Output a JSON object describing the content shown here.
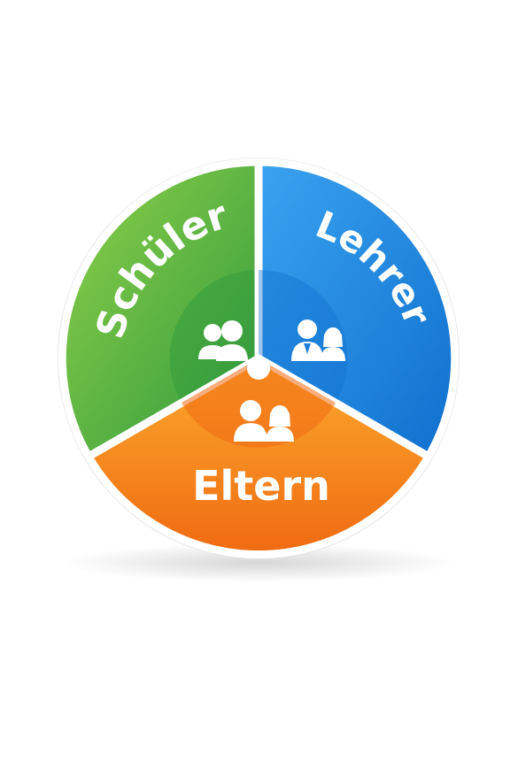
{
  "diagram": {
    "segments": [
      {
        "key": "schueler",
        "label": "Schüler",
        "color_main": "#5bb346",
        "color_light": "#8fd04a",
        "color_dark": "#2f9a3c",
        "icon": "group-icon"
      },
      {
        "key": "lehrer",
        "label": "Lehrer",
        "color_main": "#1f8ee6",
        "color_light": "#3aa3f0",
        "color_dark": "#0f6fce",
        "icon": "teacher-icon"
      },
      {
        "key": "eltern",
        "label": "Eltern",
        "color_main": "#f7941d",
        "color_light": "#fbab2e",
        "color_dark": "#f06a12",
        "icon": "parents-icon"
      }
    ]
  }
}
